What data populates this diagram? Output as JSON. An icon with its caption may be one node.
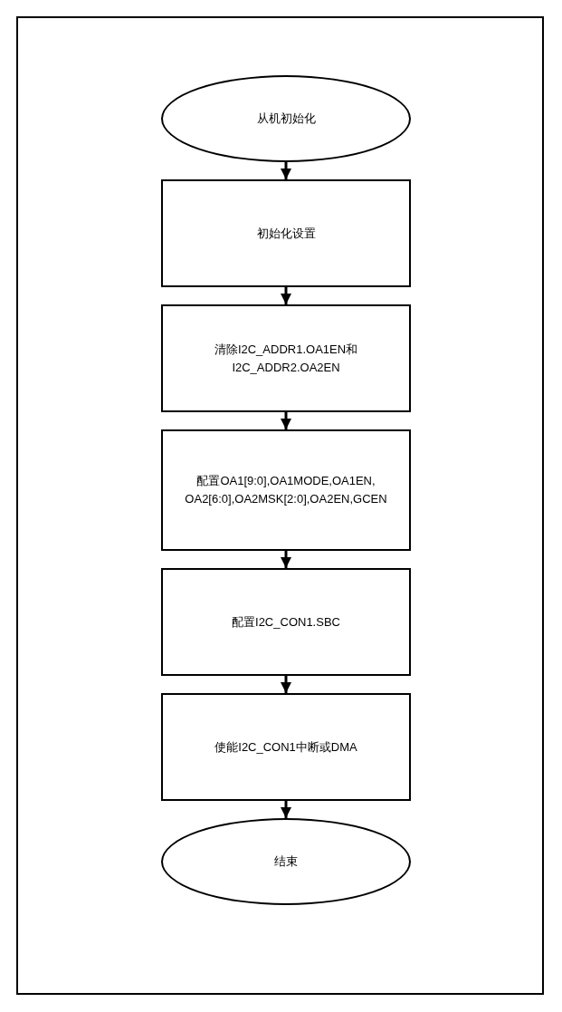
{
  "diagram": {
    "nodes": [
      {
        "text": [
          "从机初始化"
        ]
      },
      {
        "text": [
          "初始化设置"
        ]
      },
      {
        "text": [
          "清除I2C_ADDR1.OA1EN和I2C_ADDR2.OA2EN"
        ]
      },
      {
        "text": [
          "配置OA1[9:0],OA1MODE,OA1EN, OA2[6:0],OA2MSK[2:0],OA2EN,GCEN"
        ]
      },
      {
        "text": [
          "配置I2C_CON1.SBC"
        ]
      },
      {
        "text": [
          "使能I2C_CON1中断或DMA"
        ]
      },
      {
        "text": [
          "结束"
        ]
      }
    ],
    "edges": [
      {
        "from": 0,
        "to": 1,
        "arrow": "to"
      },
      {
        "from": 1,
        "to": 2,
        "arrow": "to"
      },
      {
        "from": 2,
        "to": 3,
        "arrow": "to"
      },
      {
        "from": 3,
        "to": 4,
        "arrow": "to"
      },
      {
        "from": 4,
        "to": 5,
        "arrow": "to"
      },
      {
        "from": 5,
        "to": 6,
        "arrow": "to"
      }
    ]
  }
}
